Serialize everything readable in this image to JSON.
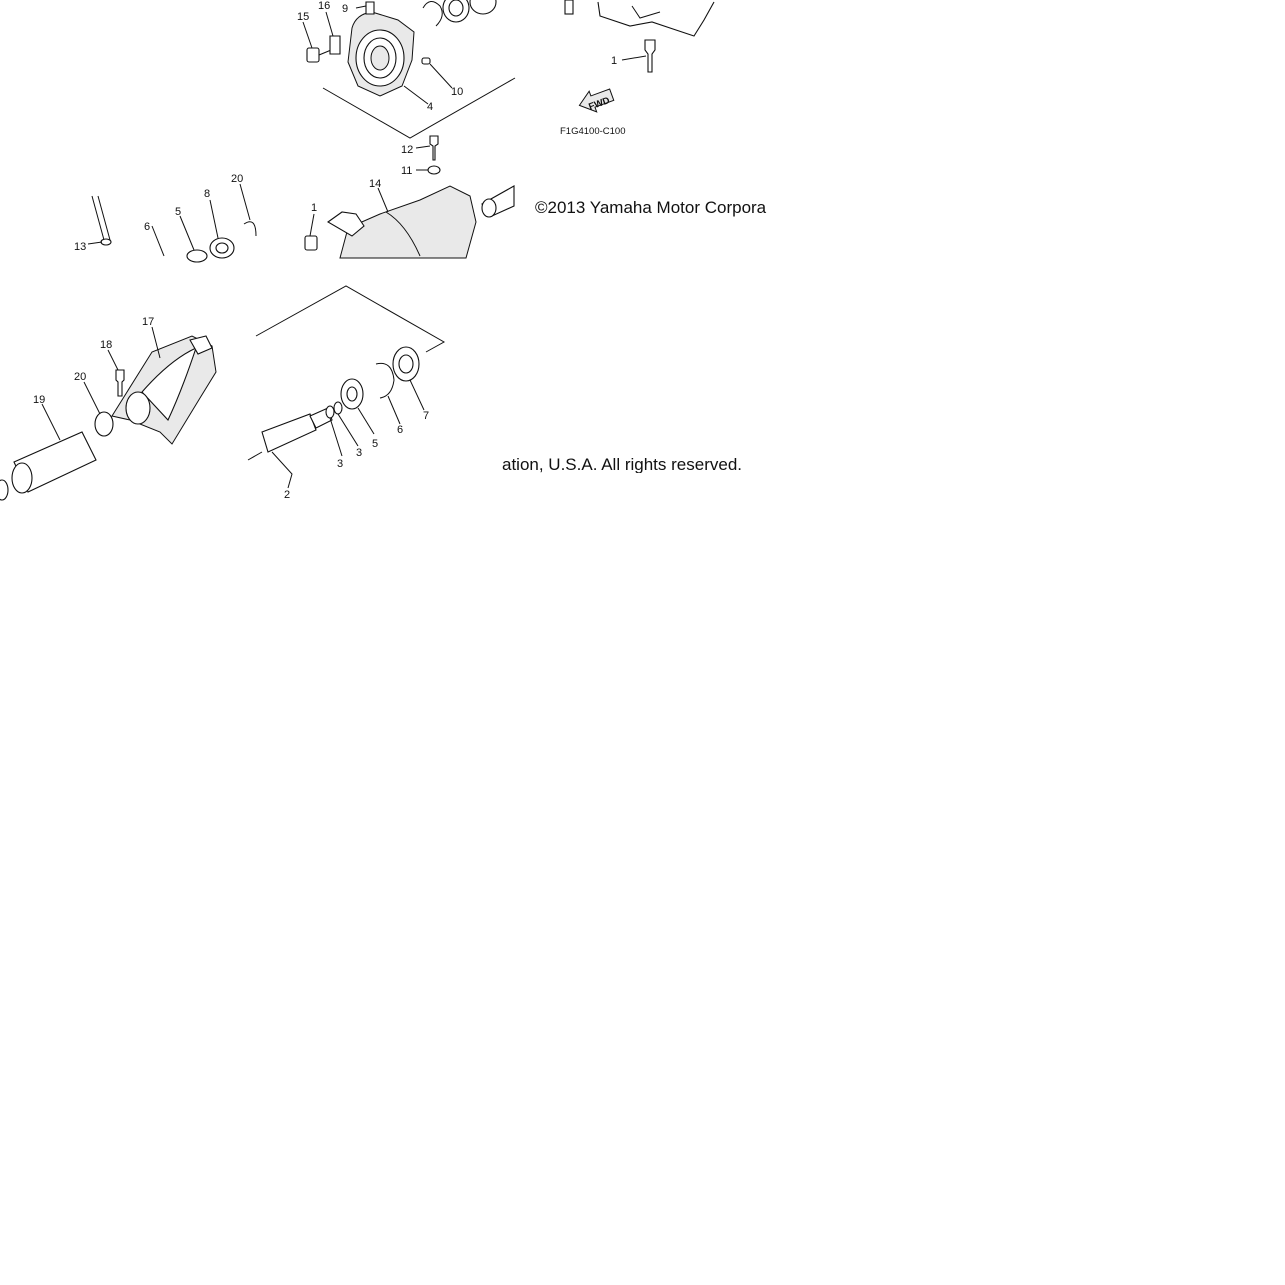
{
  "diagram": {
    "callouts_upper": [
      "16",
      "9",
      "15",
      "10",
      "4",
      "1",
      "12",
      "11",
      "14",
      "1",
      "20",
      "8",
      "5",
      "6",
      "13"
    ],
    "callouts_lower": [
      "17",
      "18",
      "20",
      "19",
      "7",
      "6",
      "5",
      "3",
      "3",
      "2"
    ],
    "fwd_label": "FWD",
    "drawing_code": "F1G4100-C100"
  },
  "copyright": {
    "line1": "©2013 Yamaha Motor Corpora",
    "line2": "ation, U.S.A. All rights reserved."
  }
}
